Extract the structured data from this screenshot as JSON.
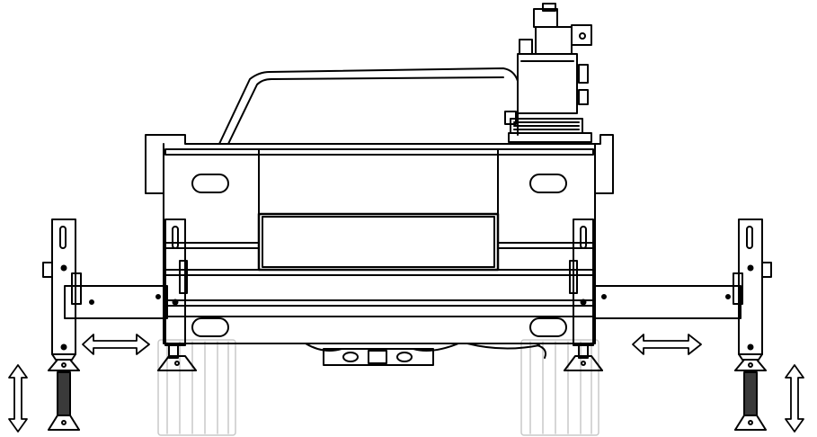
{
  "diagram": {
    "subject": "vehicle-rear-view-with-crane-and-extendable-outriggers",
    "colors": {
      "line": "#000000",
      "background": "#ffffff",
      "wheel_ghost": "#c8c8c8",
      "jack_cylinder": "#3a3a3a"
    },
    "arrows": {
      "horizontal_meaning": "outrigger-beam-extend-retract",
      "vertical_meaning": "jack-raise-lower"
    }
  }
}
